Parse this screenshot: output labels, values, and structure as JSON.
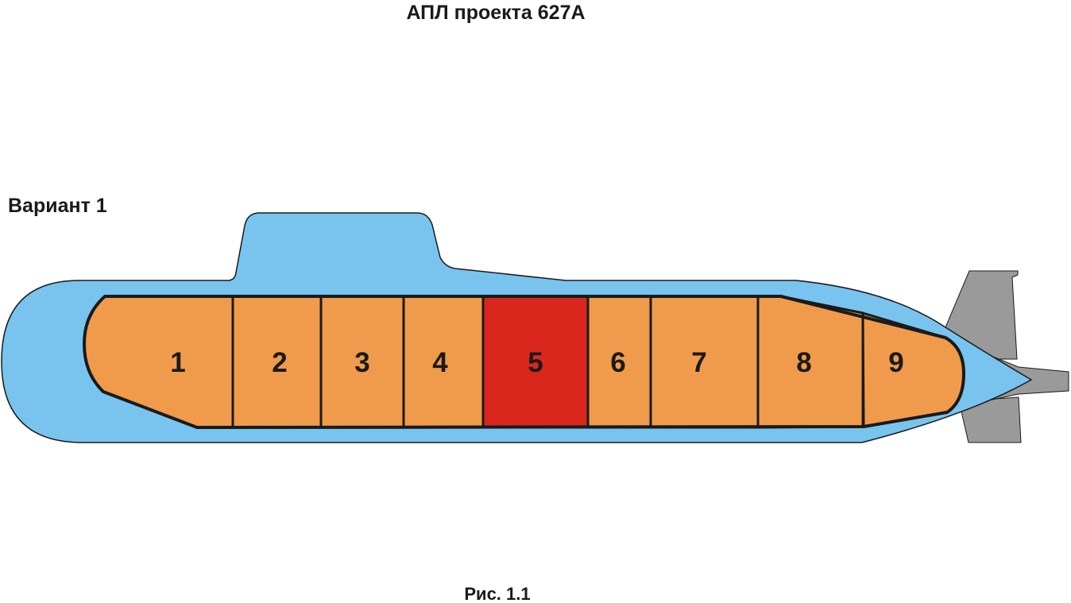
{
  "title": "АПЛ проекта 627А",
  "variant_label": "Вариант 1",
  "caption": "Рис. 1.1",
  "colors": {
    "hull": "#78c4ef",
    "compartment": "#f09b4b",
    "compartment_highlight": "#d9271d",
    "tail": "#9a9a9a",
    "outline": "#1a1a1a"
  },
  "compartments": [
    {
      "label": "1",
      "highlighted": false
    },
    {
      "label": "2",
      "highlighted": false
    },
    {
      "label": "3",
      "highlighted": false
    },
    {
      "label": "4",
      "highlighted": false
    },
    {
      "label": "5",
      "highlighted": true
    },
    {
      "label": "6",
      "highlighted": false
    },
    {
      "label": "7",
      "highlighted": false
    },
    {
      "label": "8",
      "highlighted": false
    },
    {
      "label": "9",
      "highlighted": false
    }
  ]
}
